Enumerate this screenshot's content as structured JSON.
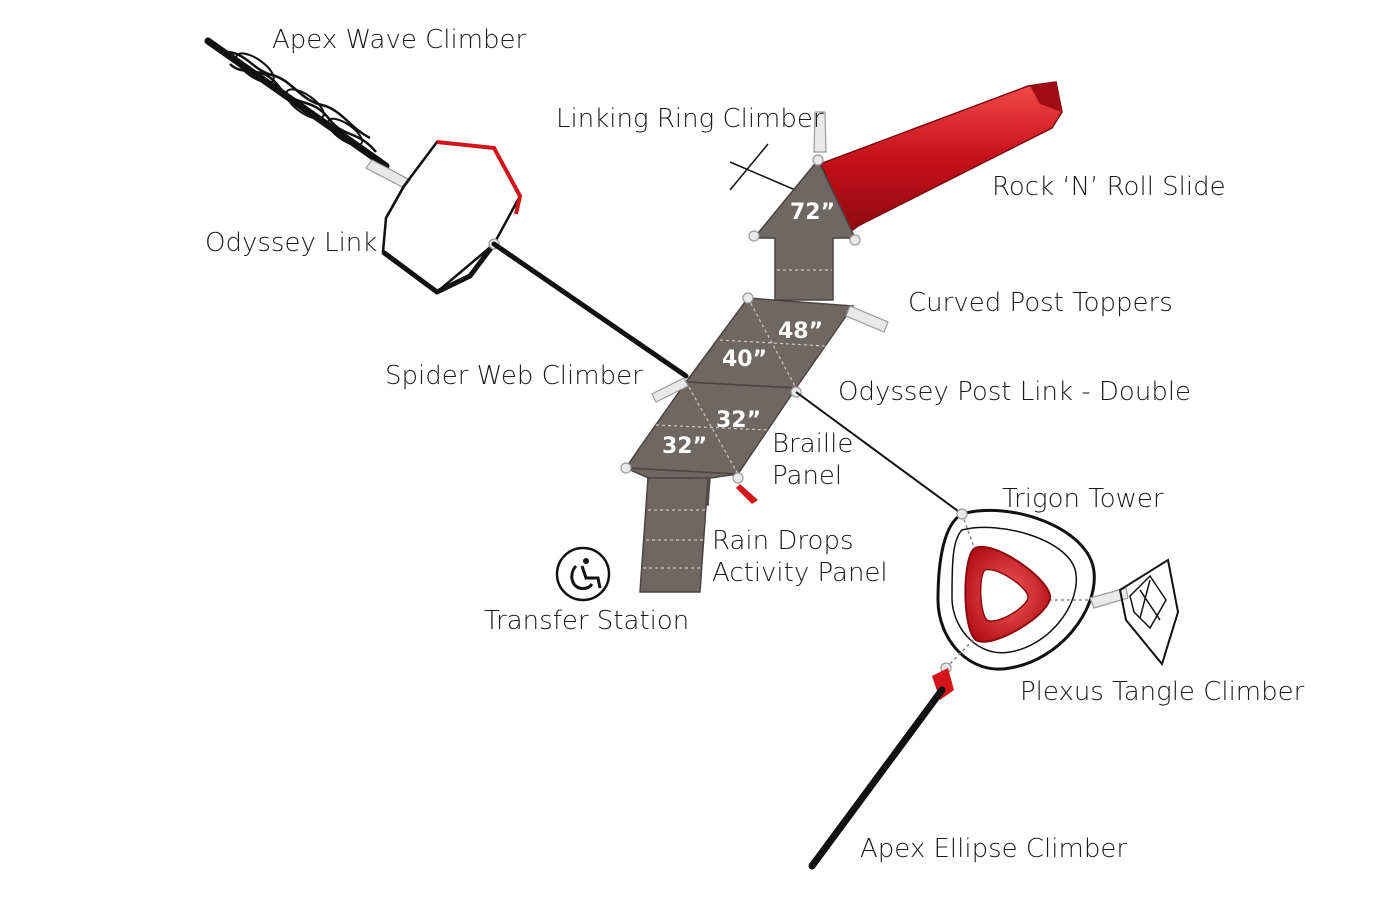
{
  "labels": {
    "apex_wave_climber": "Apex Wave Climber",
    "linking_ring_climber": "Linking Ring Climber",
    "rock_n_roll_slide": "Rock ‘N’ Roll Slide",
    "odyssey_link": "Odyssey Link",
    "curved_post_toppers": "Curved Post Toppers",
    "spider_web_climber": "Spider Web Climber",
    "odyssey_post_link_double": "Odyssey Post Link - Double",
    "braille_panel_line1": "Braille",
    "braille_panel_line2": "Panel",
    "trigon_tower": "Trigon Tower",
    "rain_drops_line1": "Rain Drops",
    "rain_drops_line2": "Activity Panel",
    "transfer_station": "Transfer Station",
    "plexus_tangle_climber": "Plexus Tangle Climber",
    "apex_ellipse_climber": "Apex Ellipse Climber"
  },
  "deck_heights": {
    "top": "72”",
    "upper_right": "48”",
    "upper_left": "40”",
    "lower_right": "32”",
    "lower_left": "32”"
  },
  "colors": {
    "deck": "#6f6764",
    "accent_red": "#d3141b",
    "rope": "#111111",
    "post": "#e9e9e9"
  },
  "icons": {
    "transfer_station": "wheelchair-icon"
  }
}
